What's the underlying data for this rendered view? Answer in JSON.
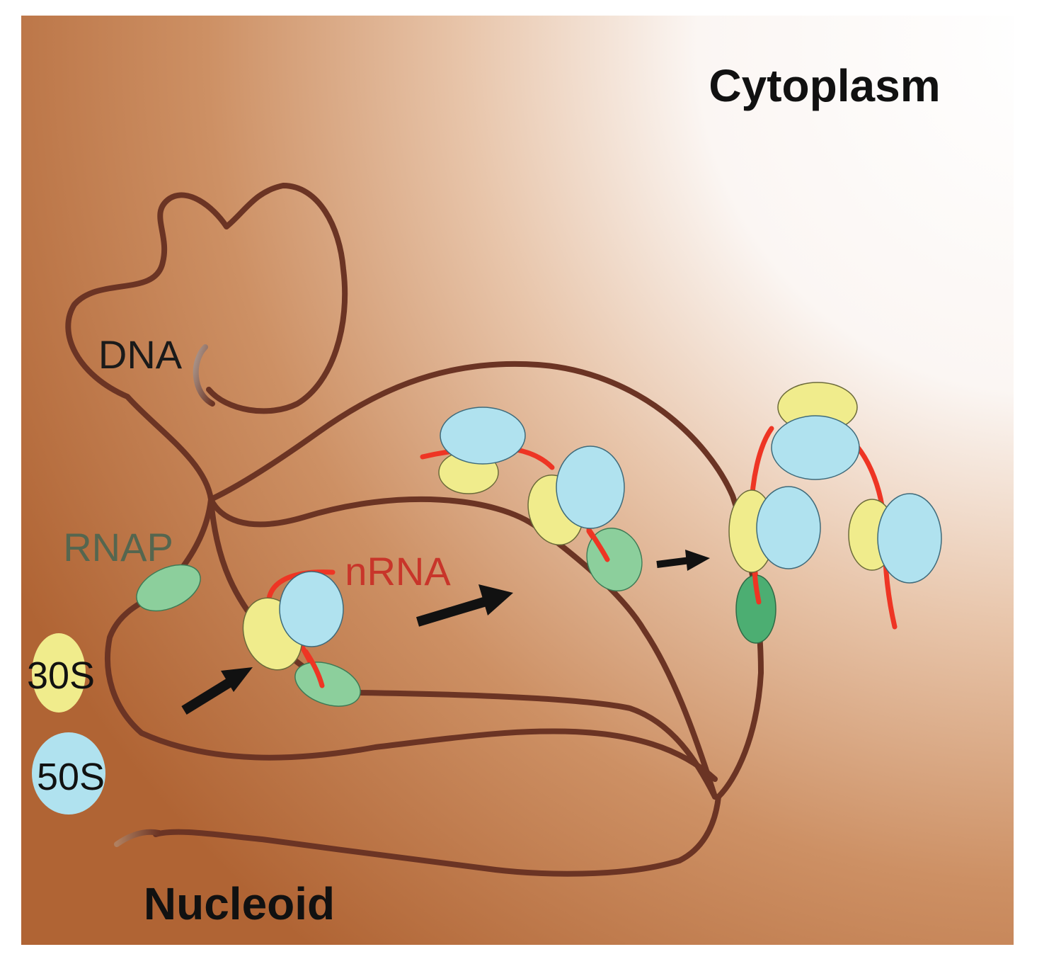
{
  "labels": {
    "cytoplasm": "Cytoplasm",
    "nucleoid": "Nucleoid",
    "dna": "DNA",
    "rnap": "RNAP",
    "rna": "nRNA",
    "ribosome_small": "30S",
    "ribosome_large": "50S"
  },
  "colors": {
    "dna": "#6b3424",
    "dna_end": "#8a6a5c",
    "rna": "#ee3524",
    "rnap": "#8ccf9c",
    "rnap_dark": "#4cae72",
    "subunit_30s": "#f0ec8c",
    "subunit_50s": "#b0e2ef",
    "nucleoid_bg": "#b86f3f",
    "cytoplasm_bg": "#fbf6f3",
    "arrow": "#111111",
    "rnap_label": "#55664f",
    "rna_label": "#c8352a"
  },
  "icons": [
    "arrow-icon"
  ]
}
